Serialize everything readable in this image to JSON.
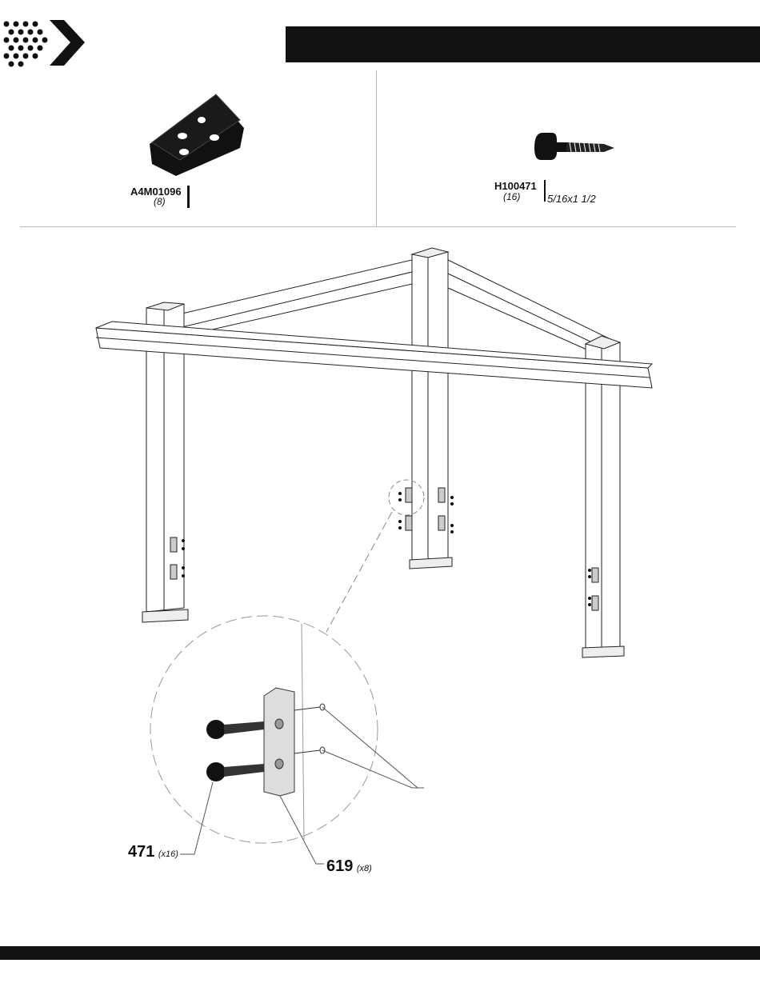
{
  "parts": [
    {
      "part_number": "A4M01096",
      "quantity": "(8)",
      "icon": "angle-bracket-icon"
    },
    {
      "part_number": "H100471",
      "quantity": "(16)",
      "size": "5/16x1 1/2",
      "icon": "bolt-icon"
    }
  ],
  "callouts": [
    {
      "number": "471",
      "quantity": "(x16)"
    },
    {
      "number": "619",
      "quantity": "(x8)"
    }
  ]
}
